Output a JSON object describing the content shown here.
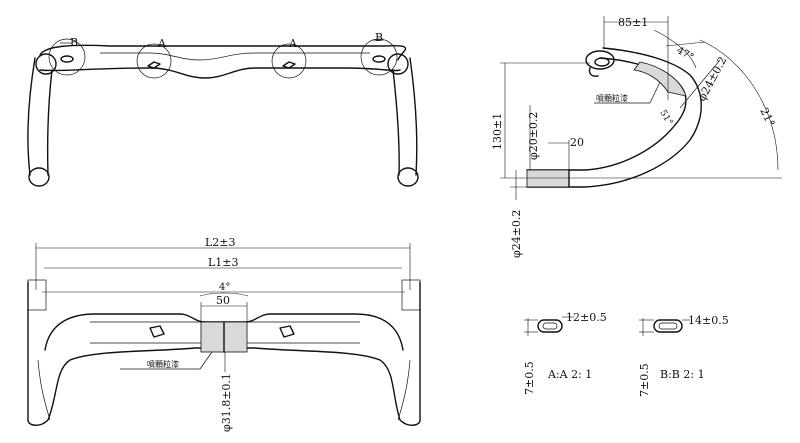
{
  "top_view": {
    "markers": [
      "B",
      "A",
      "A",
      "B"
    ]
  },
  "side_view": {
    "dims": {
      "clamp_offset": "85±1",
      "flare_angle": "47°",
      "drop_tube_dia": "φ24±0.2",
      "drop_angle": "21°",
      "drop": "130±1",
      "tip_dia": "φ20±0.2",
      "tip_length": "20",
      "end_dia": "φ24±0.2",
      "misc": "51°"
    },
    "finish_note": "噴顆粒漆"
  },
  "front_view": {
    "dims": {
      "l2": "L2±3",
      "l1": "L1±3",
      "angle": "4°",
      "center_width": "50",
      "clamp_dia": "φ31.8±0.1"
    },
    "finish_note": "噴顆粒漆"
  },
  "sections": {
    "aa": {
      "width": "12±0.5",
      "height": "7±0.5",
      "label": "A:A 2: 1"
    },
    "bb": {
      "width": "14±0.5",
      "height": "7±0.5",
      "label": "B:B 2: 1"
    }
  }
}
